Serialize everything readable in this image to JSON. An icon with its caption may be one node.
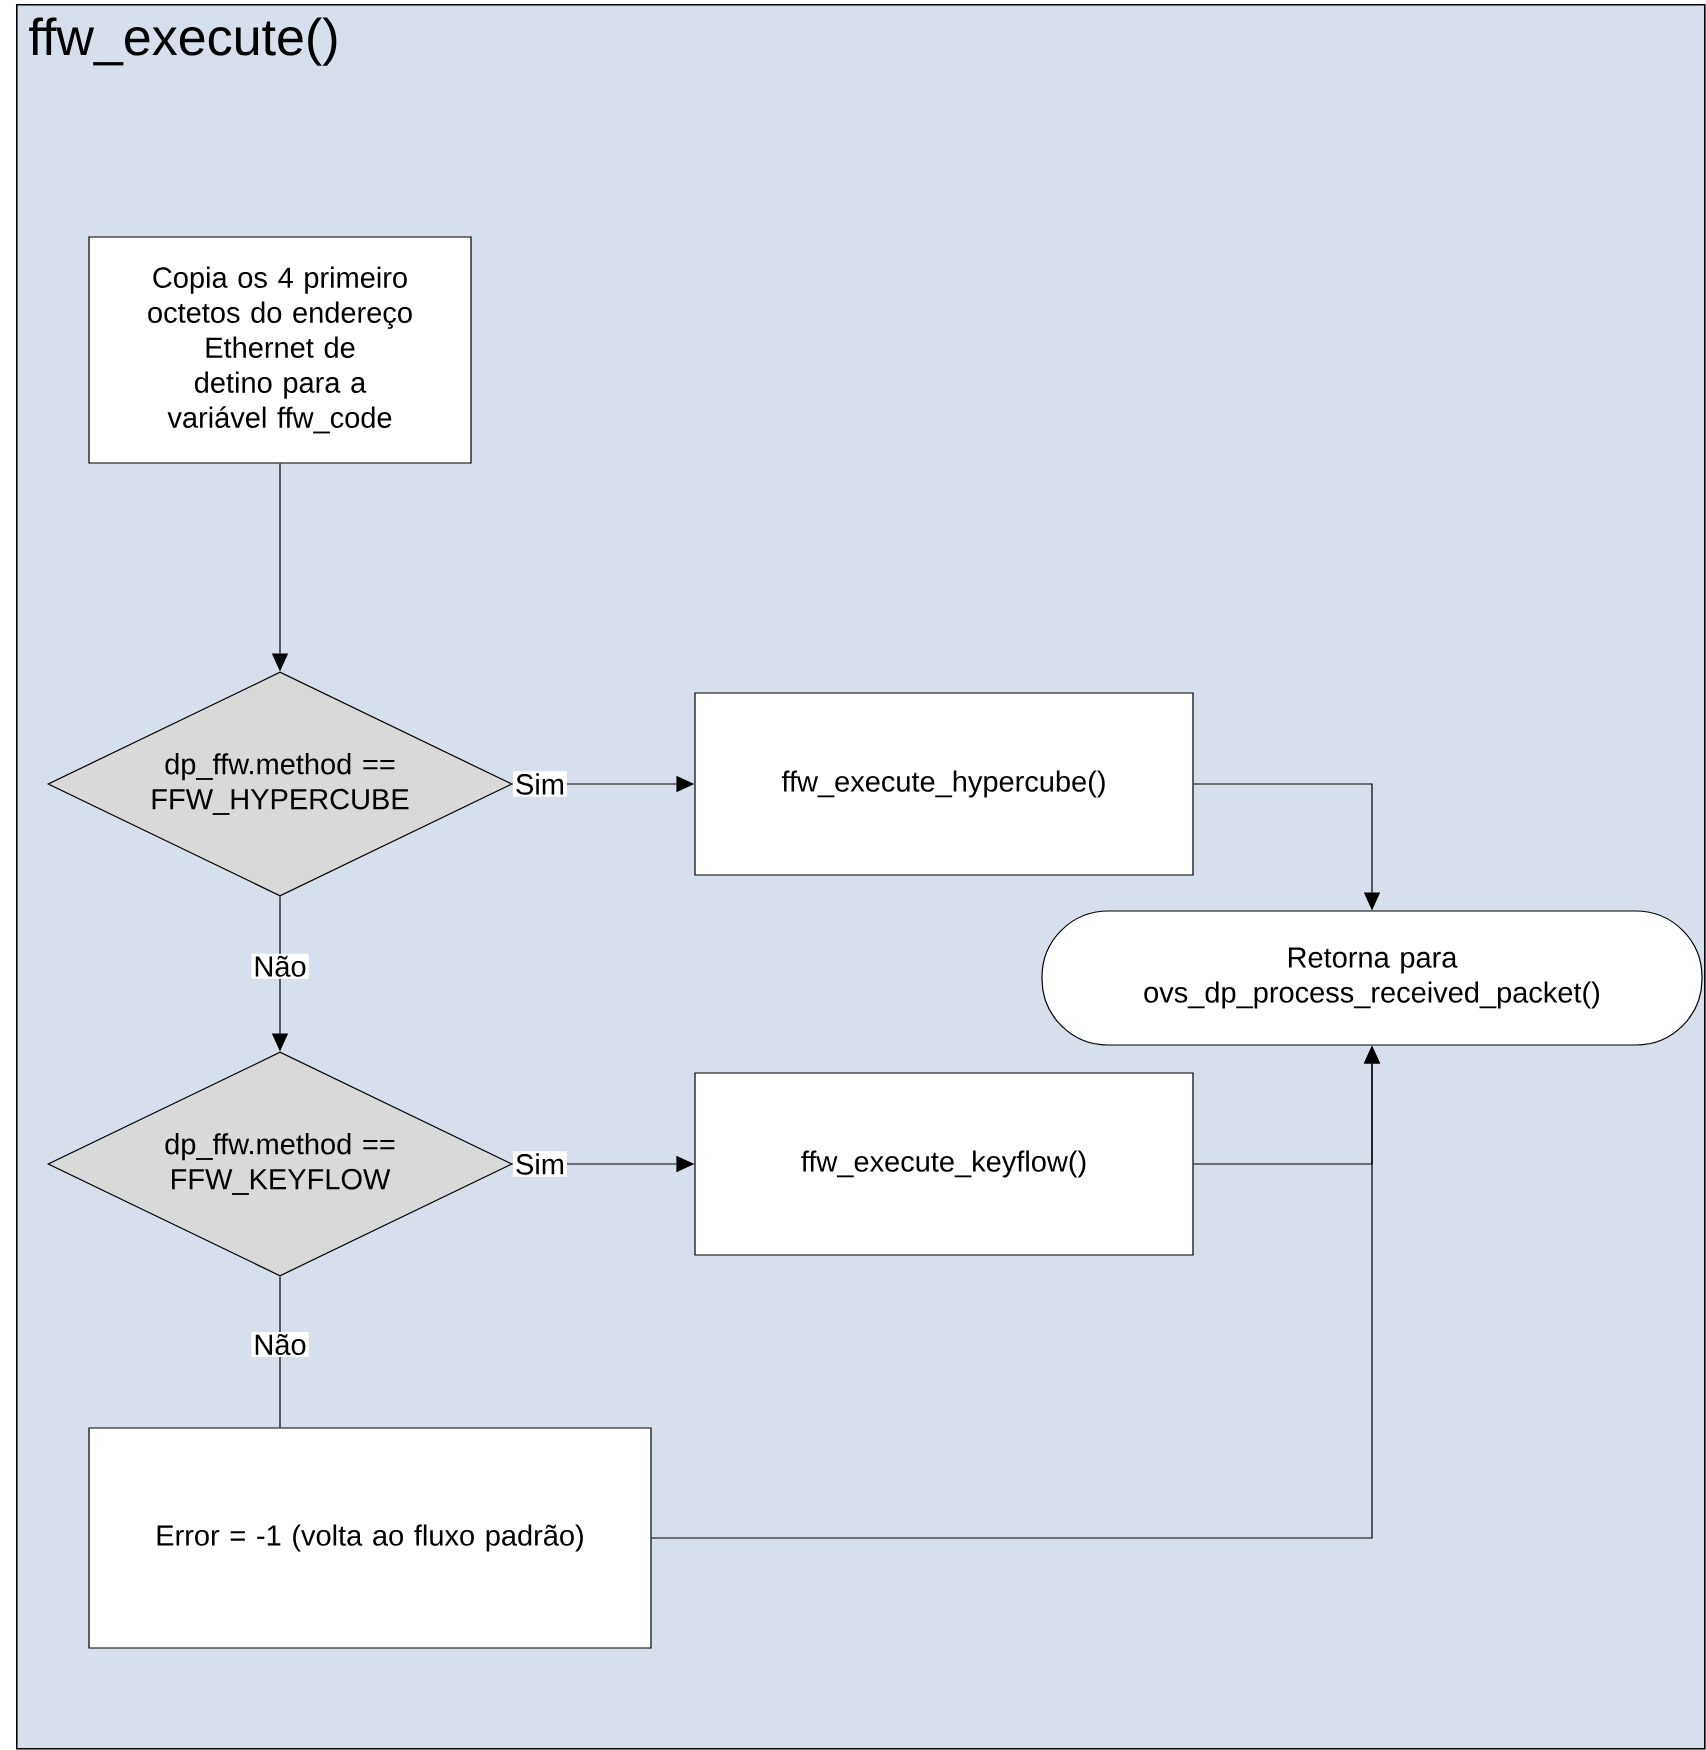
{
  "diagram": {
    "nodes": [
      {
        "text": [
          "ffw_execute()"
        ]
      },
      {
        "text": [
          "Copia os 4 primeiro octetos do endereço Ethernet de detino para a variável ffw_code"
        ],
        "in": 0
      },
      {
        "text": [
          "dp_ffw.method == FFW_HYPERCUBE"
        ],
        "in": 0
      },
      {
        "text": [
          "ffw_execute_hypercube()"
        ],
        "in": 0
      },
      {
        "text": [
          "Retorna para ovs_dp_process_received_packet()"
        ],
        "in": 0
      },
      {
        "text": [
          "dp_ffw.method == FFW_KEYFLOW"
        ],
        "in": 0
      },
      {
        "text": [
          "ffw_execute_keyflow()"
        ],
        "in": 0
      },
      {
        "text": [
          "Error = -1 (volta ao fluxo padrão)"
        ],
        "in": 0
      }
    ],
    "edges": [
      {
        "from": 1,
        "to": 2,
        "arrow": "to"
      },
      {
        "from": 2,
        "to": 3,
        "arrow": "to",
        "label": "Sim"
      },
      {
        "from": 2,
        "to": 5,
        "arrow": "to",
        "label": "Não"
      },
      {
        "from": 3,
        "to": 4,
        "arrow": "to"
      },
      {
        "from": 6,
        "to": 4,
        "arrow": "to"
      },
      {
        "from": 5,
        "to": 7,
        "arrow": "none",
        "label": "Não"
      },
      {
        "from": 7,
        "to": 4,
        "arrow": "to"
      },
      {
        "from": 5,
        "to": 6,
        "arrow": "to",
        "label": "Sim"
      }
    ]
  }
}
